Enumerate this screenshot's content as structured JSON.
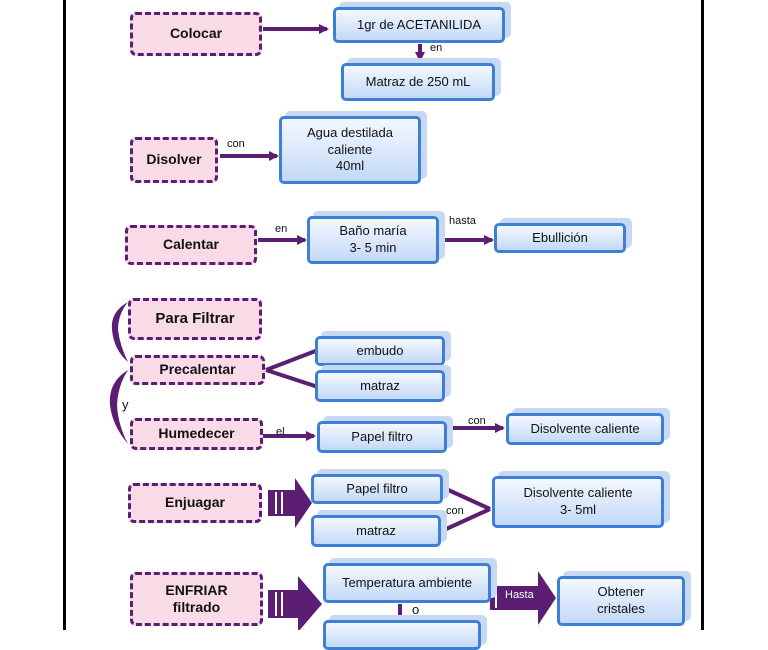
{
  "steps": {
    "colocar": "Colocar",
    "disolver": "Disolver",
    "calentar": "Calentar",
    "para_filtrar": "Para Filtrar",
    "precalentar": "Precalentar",
    "humedecer": "Humedecer",
    "enjuagar": "Enjuagar",
    "enfriar_line1": "ENFRIAR",
    "enfriar_line2": "filtrado"
  },
  "boxes": {
    "acetanilida": "1gr de ACETANILIDA",
    "matraz_250": "Matraz de 250 mL",
    "agua_line1": "Agua destilada",
    "agua_line2": "caliente",
    "agua_line3": "40ml",
    "bano_line1": "Baño maría",
    "bano_line2": "3- 5 min",
    "ebullicion": "Ebullición",
    "embudo": "embudo",
    "matraz": "matraz",
    "papel_filtro": "Papel filtro",
    "disolvente_caliente": "Disolvente caliente",
    "papel_filtro_2": "Papel filtro",
    "matraz_2": "matraz",
    "disolvente_line1": "Disolvente caliente",
    "disolvente_line2": "3- 5ml",
    "temperatura": "Temperatura ambiente",
    "obtener_line1": "Obtener",
    "obtener_line2": "cristales"
  },
  "labels": {
    "en_1": "en",
    "con_1": "con",
    "en_2": "en",
    "hasta_1": "hasta",
    "y": "y",
    "el": "el",
    "con_2": "con",
    "con_3": "con",
    "hasta_2": "Hasta",
    "o": "o"
  },
  "colors": {
    "arrow": "#5b1e73",
    "step_fill": "#f9dbe8",
    "box_border": "#3d7fd6"
  }
}
